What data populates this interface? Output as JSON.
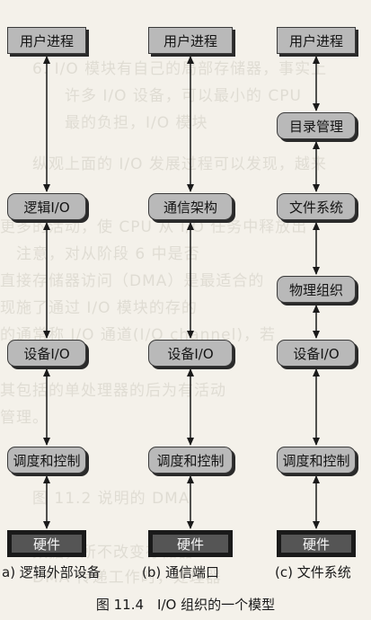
{
  "columns": [
    {
      "id": "a",
      "caption": "a) 逻辑外部设备",
      "boxes": [
        "用户进程",
        "逻辑I/O",
        "设备I/O",
        "调度和控制",
        "硬件"
      ]
    },
    {
      "id": "b",
      "caption": "(b) 通信端口",
      "boxes": [
        "用户进程",
        "通信架构",
        "设备I/O",
        "调度和控制",
        "硬件"
      ]
    },
    {
      "id": "c",
      "caption": "(c) 文件系统",
      "boxes": [
        "用户进程",
        "目录管理",
        "文件系统",
        "物理组织",
        "设备I/O",
        "调度和控制",
        "硬件"
      ]
    }
  ],
  "figure_title": "图 11.4　I/O 组织的一个模型",
  "colors": {
    "box_fill": "#b9b9b9",
    "hardware_fill": "#555555",
    "line": "#1a1a1a"
  }
}
